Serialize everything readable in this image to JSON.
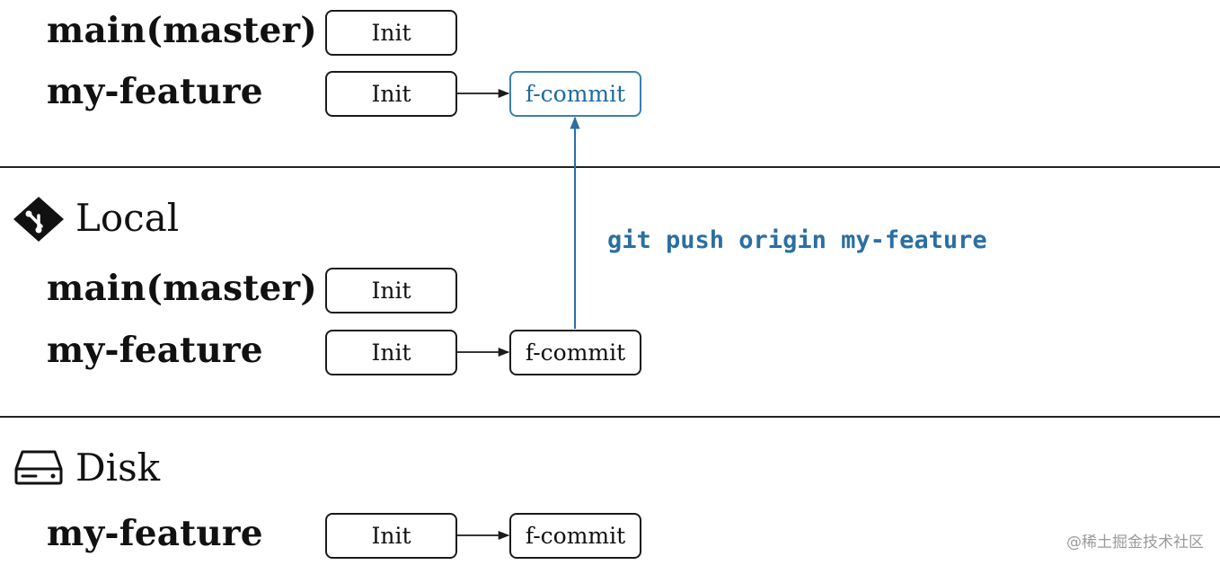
{
  "remote": {
    "rows": [
      {
        "branch": "main(master)",
        "commits": [
          "Init"
        ]
      },
      {
        "branch": "my-feature",
        "commits": [
          "Init",
          "f-commit"
        ]
      }
    ]
  },
  "local": {
    "title": "Local",
    "icon": "git-diamond-icon",
    "rows": [
      {
        "branch": "main(master)",
        "commits": [
          "Init"
        ]
      },
      {
        "branch": "my-feature",
        "commits": [
          "Init",
          "f-commit"
        ]
      }
    ]
  },
  "disk": {
    "title": "Disk",
    "icon": "hard-drive-icon",
    "rows": [
      {
        "branch": "my-feature",
        "commits": [
          "Init",
          "f-commit"
        ]
      }
    ]
  },
  "command": "git push origin my-feature",
  "watermark": "@稀土掘金技术社区",
  "colors": {
    "highlight": "#1f6aa0",
    "highlight_border": "#3a7fb0",
    "line": "#1a1a1a"
  }
}
